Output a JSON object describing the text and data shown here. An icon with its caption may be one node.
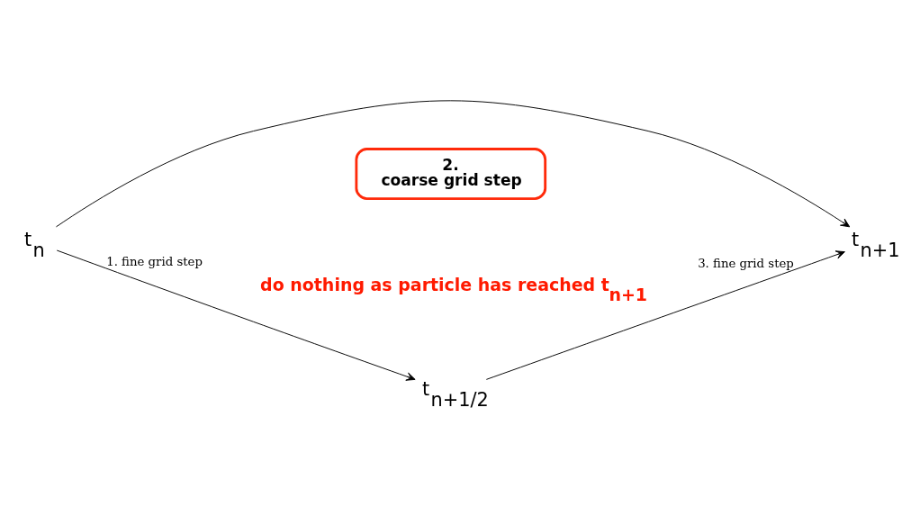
{
  "diagram": {
    "nodes": [
      {
        "text": [
          "t$_{n}$"
        ]
      },
      {
        "text": [
          "t$_{n+1/2}$"
        ]
      },
      {
        "text": [
          "t$_{n+1}$"
        ]
      },
      {
        "text": [
          "2.",
          "coarse grid step"
        ]
      }
    ],
    "edges": [
      {
        "from": 0,
        "to": 2,
        "arrow": "to"
      },
      {
        "from": 0,
        "to": 1,
        "arrow": "to",
        "label": "1. fine grid step"
      },
      {
        "from": 1,
        "to": 2,
        "arrow": "to",
        "label": "3. fine grid step"
      }
    ],
    "labels": [
      "do nothing as particle has reached t$_{n+1}$"
    ]
  }
}
